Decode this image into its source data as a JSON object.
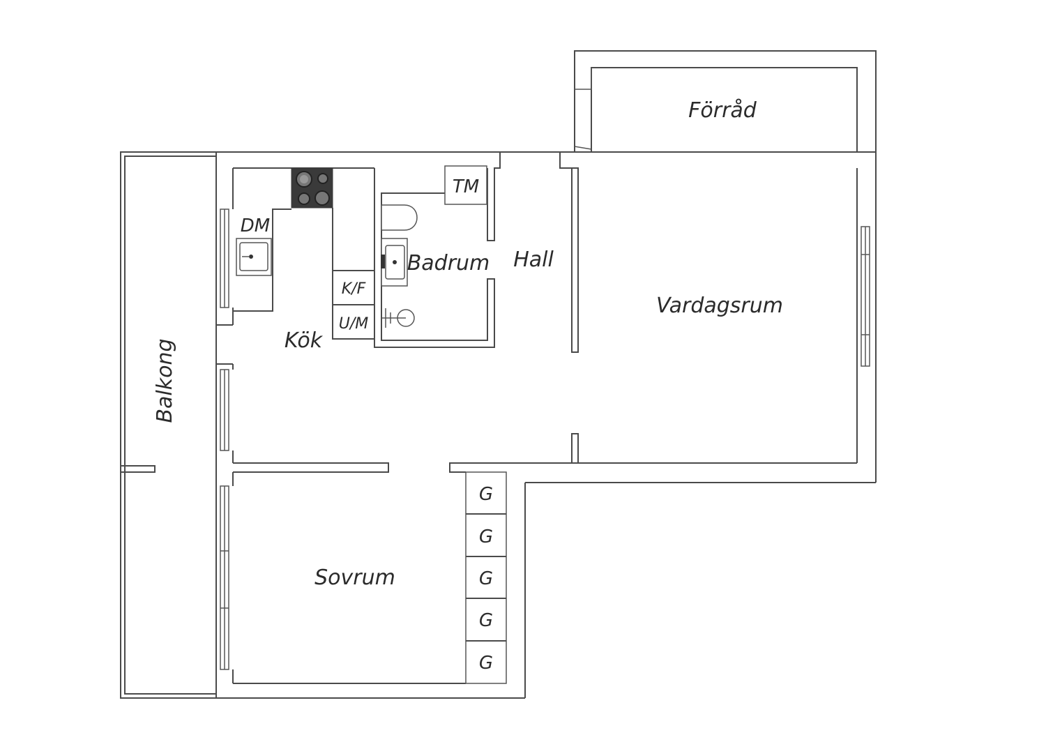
{
  "floorplan": {
    "rooms": {
      "storage": "Förråd",
      "living_room": "Vardagsrum",
      "hall": "Hall",
      "bathroom": "Badrum",
      "kitchen": "Kök",
      "balcony": "Balkong",
      "bedroom": "Sovrum"
    },
    "appliances": {
      "dishwasher": "DM",
      "dryer": "TM",
      "fridge_freezer": "K/F",
      "oven_microwave": "U/M"
    },
    "wardrobes": [
      "G",
      "G",
      "G",
      "G",
      "G"
    ]
  },
  "colors": {
    "wall_line": "#4a4a4a",
    "stove": "#3a3a3a",
    "background": "#ffffff"
  }
}
